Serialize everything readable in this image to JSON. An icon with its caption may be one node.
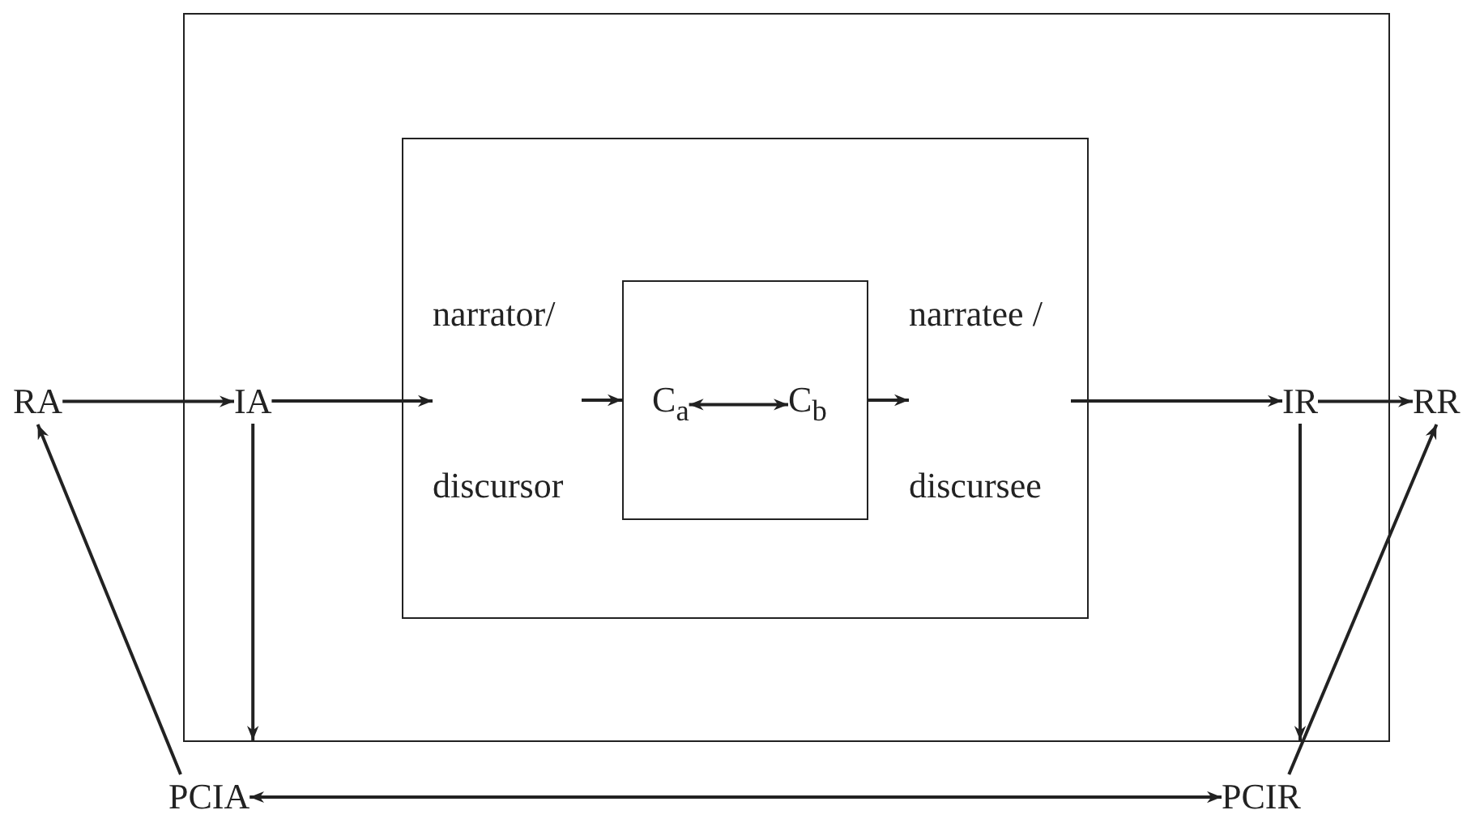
{
  "diagram": {
    "nodes": [
      {
        "text": [],
        "shape": "box"
      },
      {
        "text": [],
        "shape": "box",
        "in": 0
      },
      {
        "text": [],
        "shape": "box",
        "in": 1
      },
      {
        "text": [
          "RA"
        ]
      },
      {
        "text": [
          "IA"
        ],
        "in": 0
      },
      {
        "text": [
          "narrator/ discursor"
        ],
        "in": 1
      },
      {
        "text": [
          "C$_{a}$"
        ],
        "in": 2
      },
      {
        "text": [
          "C$_{b}$"
        ],
        "in": 2
      },
      {
        "text": [
          "narratee / discursee"
        ],
        "in": 1
      },
      {
        "text": [
          "IR"
        ],
        "in": 0
      },
      {
        "text": [
          "RR"
        ]
      },
      {
        "text": [
          "PCIA"
        ]
      },
      {
        "text": [
          "PCIR"
        ]
      }
    ],
    "edges": [
      {
        "from": 3,
        "to": 4,
        "arrow": "to"
      },
      {
        "from": 4,
        "to": 5,
        "arrow": "to"
      },
      {
        "from": 5,
        "to": 2,
        "arrow": "to"
      },
      {
        "from": 6,
        "to": 7,
        "arrow": "both"
      },
      {
        "from": 2,
        "to": 8,
        "arrow": "to"
      },
      {
        "from": 8,
        "to": 9,
        "arrow": "to"
      },
      {
        "from": 9,
        "to": 10,
        "arrow": "to"
      },
      {
        "from": 4,
        "to": 0,
        "arrow": "to"
      },
      {
        "from": 9,
        "to": 0,
        "arrow": "to"
      },
      {
        "from": 11,
        "to": 3,
        "arrow": "to"
      },
      {
        "from": 12,
        "to": 10,
        "arrow": "to"
      },
      {
        "from": 11,
        "to": 12,
        "arrow": "both"
      }
    ]
  }
}
